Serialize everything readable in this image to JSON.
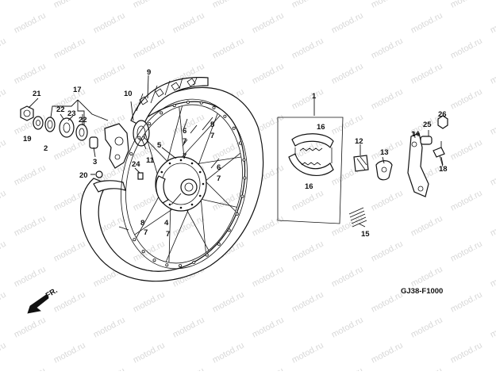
{
  "diagram": {
    "code": "GJ38-F1000",
    "direction_label": "FR.",
    "watermark_text": "motod.ru",
    "callouts": [
      "1",
      "2",
      "3",
      "4",
      "5",
      "6",
      "7",
      "8",
      "9",
      "10",
      "11",
      "12",
      "13",
      "14",
      "15",
      "16",
      "17",
      "18",
      "19",
      "20",
      "21",
      "22",
      "23",
      "24",
      "25",
      "26"
    ],
    "colors": {
      "ink": "#111111",
      "background": "#ffffff",
      "watermark": "#d8d8d8"
    },
    "icons": {
      "direction": "arrow-left-down-icon"
    }
  }
}
